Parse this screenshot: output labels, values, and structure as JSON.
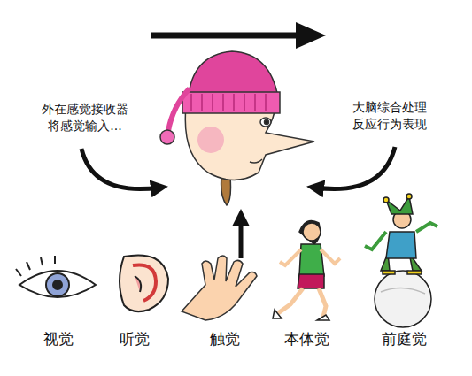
{
  "diagram": {
    "labels": [
      "外在感觉接收器 将感觉输入...",
      "大脑综合处理 反应行为表现",
      "视觉",
      "听觉",
      "触觉",
      "本体觉",
      "前庭觉"
    ]
  }
}
